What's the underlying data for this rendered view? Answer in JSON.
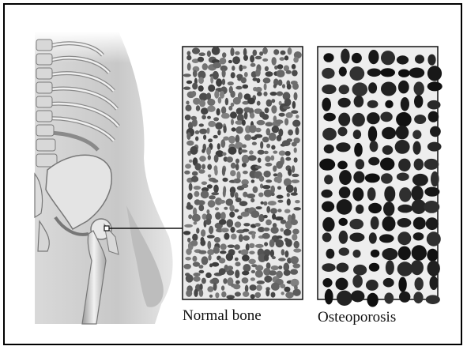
{
  "figure": {
    "panels": [
      {
        "id": "normal",
        "caption": "Normal bone",
        "texture": "dense-porous"
      },
      {
        "id": "osteo",
        "caption": "Osteoporosis",
        "texture": "large-voids"
      }
    ],
    "colors": {
      "border": "#000000",
      "bone_light": "#e8e8e8",
      "void_dark": "#1a1a1a",
      "skin": "#cfcfcf"
    }
  }
}
